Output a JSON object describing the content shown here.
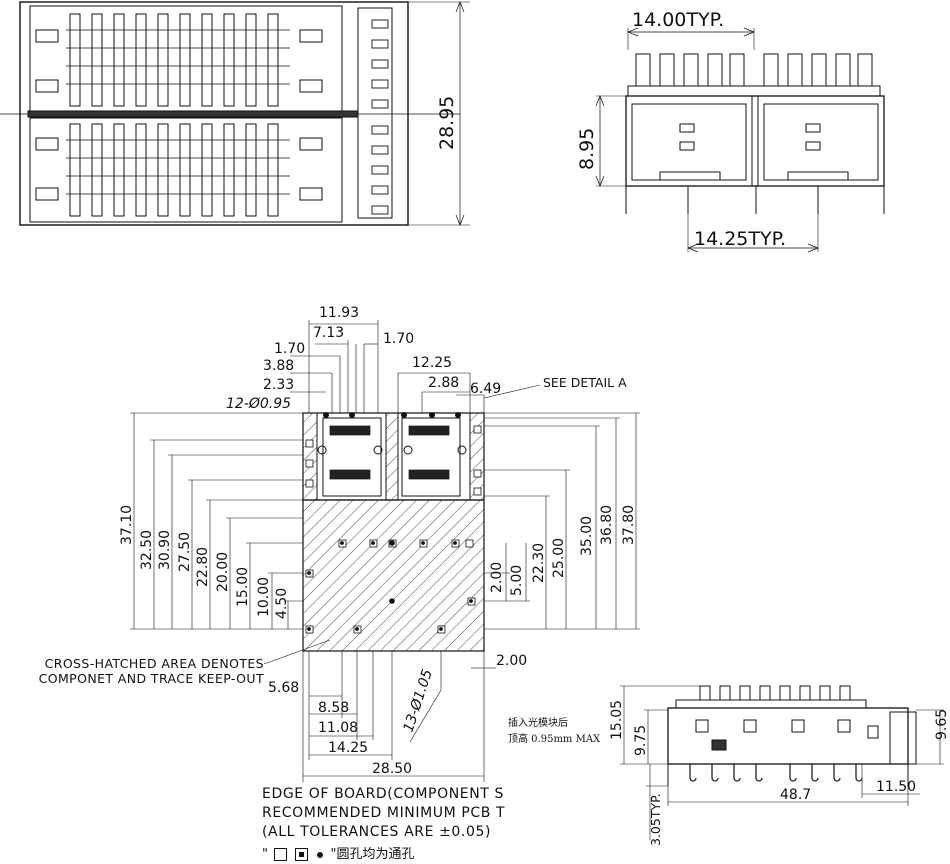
{
  "top_view": {
    "height_dim": "28.95"
  },
  "front_view": {
    "top_dim": "14.00TYP.",
    "height_dim": "8.95",
    "bottom_dim": "14.25TYP."
  },
  "layout": {
    "top_dims": [
      "11.93",
      "7.13",
      "1.70",
      "1.70",
      "3.88",
      "2.33",
      "12-Ø0.95",
      "12.25",
      "2.88",
      "6.49"
    ],
    "detail_label": "SEE DETAIL A",
    "left_dims": [
      "37.10",
      "32.50",
      "30.90",
      "27.50",
      "22.80",
      "20.00",
      "15.00",
      "10.00",
      "4.50"
    ],
    "right_dims": [
      "2.00",
      "5.00",
      "22.30",
      "25.00",
      "35.00",
      "36.80",
      "37.80"
    ],
    "bottom_dims": [
      "5.68",
      "8.58",
      "11.08",
      "14.25",
      "28.50"
    ],
    "hole_note": "13-Ø1.05",
    "edge_dim": "2.00",
    "keepout_note": [
      "CROSS-HATCHED AREA DENOTES",
      "COMPONET AND TRACE KEEP-OUT"
    ],
    "edge_note": [
      "EDGE OF BOARD(COMPONENT S",
      "RECOMMENDED MINIMUM PCB T",
      "(ALL TOLERANCES ARE ±0.05)"
    ],
    "legend_prefix": "\"",
    "legend_text": "\"圆孔均为通孔"
  },
  "side_view": {
    "note_cn": [
      "插入光模块后",
      "顶高 0.95mm MAX"
    ],
    "dims": [
      "15.05",
      "9.75",
      "9.65",
      "11.50",
      "48.7",
      "3.05TYP."
    ]
  }
}
